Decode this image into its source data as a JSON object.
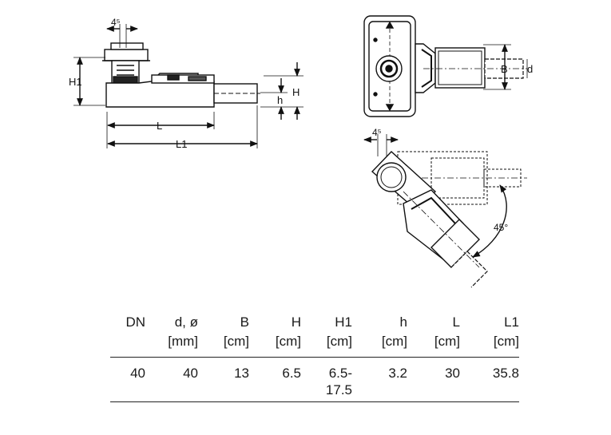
{
  "diagram": {
    "side_view": {
      "dim_top": "4⁵",
      "dim_left": "H1",
      "dim_right_outer": "H",
      "dim_right_inner": "h",
      "dim_bottom_inner": "L",
      "dim_bottom_outer": "L1"
    },
    "top_view": {
      "dim_width": "B",
      "dim_diameter": "d"
    },
    "rotated_view": {
      "dim_top": "4⁵",
      "angle": "45°"
    }
  },
  "spec_table": {
    "headers": [
      {
        "line1": "DN",
        "line2": ""
      },
      {
        "line1": "d, ø",
        "line2": "[mm]"
      },
      {
        "line1": "B",
        "line2": "[cm]"
      },
      {
        "line1": "H",
        "line2": "[cm]"
      },
      {
        "line1": "H1",
        "line2": "[cm]"
      },
      {
        "line1": "h",
        "line2": "[cm]"
      },
      {
        "line1": "L",
        "line2": "[cm]"
      },
      {
        "line1": "L1",
        "line2": "[cm]"
      }
    ],
    "row": [
      "40",
      "40",
      "13",
      "6.5",
      "6.5-\n17.5",
      "3.2",
      "30",
      "35.8"
    ]
  }
}
